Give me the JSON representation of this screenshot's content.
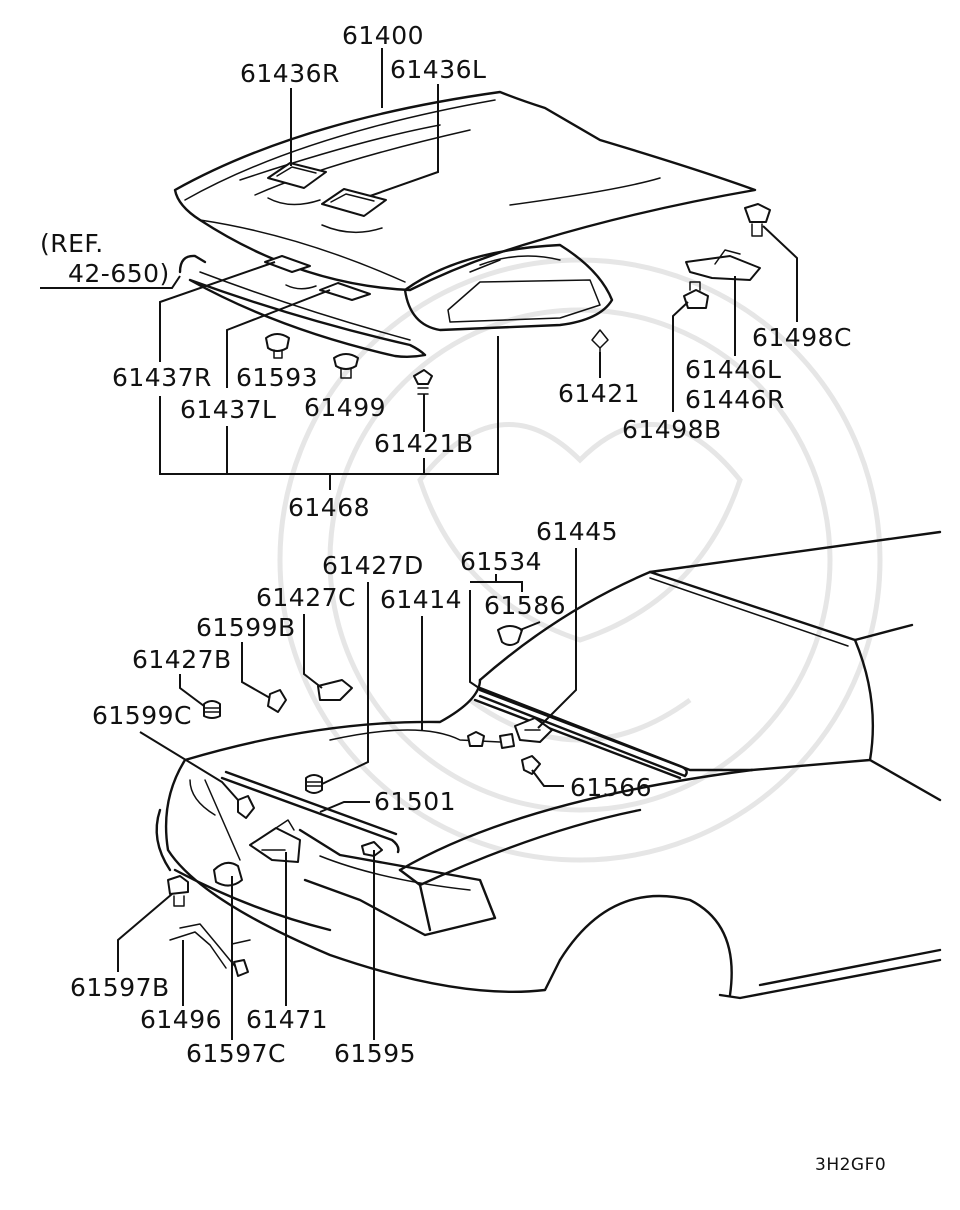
{
  "diagram": {
    "reference": {
      "line1": "(REF.",
      "line2": "42-650)"
    },
    "callouts": {
      "p61400": "61400",
      "p61436R": "61436R",
      "p61436L": "61436L",
      "p61498C": "61498C",
      "p61446L": "61446L",
      "p61446R": "61446R",
      "p61498B": "61498B",
      "p61421": "61421",
      "p61437R": "61437R",
      "p61437L": "61437L",
      "p61593": "61593",
      "p61499": "61499",
      "p61421B": "61421B",
      "p61468": "61468",
      "p61445": "61445",
      "p61534": "61534",
      "p61586": "61586",
      "p61427D": "61427D",
      "p61427C": "61427C",
      "p61414": "61414",
      "p61599B": "61599B",
      "p61427B": "61427B",
      "p61599C": "61599C",
      "p61501": "61501",
      "p61566": "61566",
      "p61597B": "61597B",
      "p61496": "61496",
      "p61471": "61471",
      "p61597C": "61597C",
      "p61595": "61595"
    },
    "diagram_code": "3H2GF0"
  }
}
